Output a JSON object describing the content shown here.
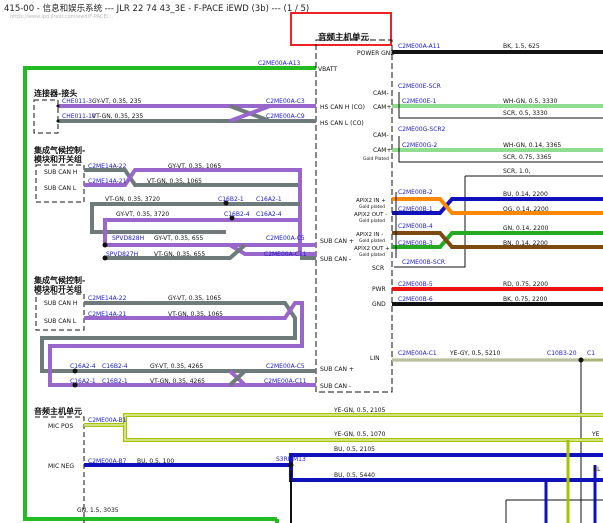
{
  "header": {
    "title": "415-00 - 信息和娱乐系统 --- JLR 22 74 43_3E - F-PACE iEWD (3b) --- (1 / 5)",
    "subtitle": "https://www.ipd.jlrext.com/ewd/F-PACE/..."
  },
  "colors": {
    "green": "#22bb22",
    "purple": "#9966cc",
    "gray": "#6f7a7a",
    "black": "#111111",
    "blue": "#1111bb",
    "orange": "#ff8800",
    "brown": "#7a4a10",
    "red": "#ee1111",
    "yellow_green": "#a5c400",
    "highlight": "#ee2222"
  },
  "audio_unit": {
    "title": "音频主机单元",
    "pins": {
      "power_gnd": "POWER GND",
      "vbatt": "VBATT",
      "hs_can_h": "HS CAN H (CO)",
      "hs_can_l": "HS CAN L (CO)",
      "cam_minus_1": "CAM-",
      "cam_plus_1": "CAM+",
      "cam_minus_2": "CAM-",
      "cam_plus_2": "CAM+",
      "gold_plated": "Gold Plated",
      "apix2_in_plus": "APIX2 IN +",
      "apix2_in_plus_note": "Gold plated",
      "apix2_out_minus": "APIX2 OUT -",
      "apix2_out_minus_note": "Gold plated",
      "apix2_in_minus": "APIX2 IN -",
      "apix2_in_minus_note": "Gold plated",
      "apix2_out_plus": "APIX2 OUT +",
      "apix2_out_plus_note": "Gold plated",
      "sub_can_plus_1": "SUB CAN +",
      "sub_can_minus_1": "SUB CAN -",
      "scr": "SCR",
      "pwr": "PWR",
      "gnd": "GND",
      "lin": "LIN",
      "sub_can_plus_2": "SUB CAN +",
      "sub_can_minus_2": "SUB CAN -"
    }
  },
  "modules": {
    "connector_title": "连接器-接头",
    "hvac_title_1a": "集成气候控制-",
    "hvac_title_1b": "模块和开关组",
    "hvac_title_2a": "集成气候控制-",
    "hvac_title_2b": "模块和开关组",
    "audio_title_2": "音频主机单元",
    "sub_can_h": "SUB CAN H",
    "sub_can_l": "SUB CAN L",
    "mic_pos": "MIC POS",
    "mic_neg": "MIC NEG"
  },
  "codes": {
    "a11": "C2ME00A-A11",
    "a13": "C2ME00A-A13",
    "che011_3": "CHE011-3",
    "che011_10": "CHE011-10",
    "c3": "C2ME00A-C3",
    "c9": "C2ME00A-C9",
    "e_scr": "C2ME00E-SCR",
    "e_1": "C2ME00E-1",
    "g_scr2": "C2ME00G-SCR2",
    "g_2": "C2ME00G-2",
    "c2me14a_22": "C2ME14A-22",
    "c2me14a_21": "C2ME14A-21",
    "c16b2_1": "C16B2-1",
    "c16a2_1": "C16A2-1",
    "c16b2_4": "C16B2-4",
    "c16a2_4": "C16A2-4",
    "spvd828h": "SPVD828H",
    "spvd827h": "SPVD827H",
    "c5": "C2ME00A-C5",
    "c11": "C2ME00A-C11",
    "b_2": "C2ME00B-2",
    "b_1": "C2ME00B-1",
    "b_4": "C2ME00B-4",
    "b_3": "C2ME00B-3",
    "b_scr": "C2ME00B-SCR",
    "b_5": "C2ME00B-5",
    "b_6": "C2ME00B-6",
    "c2me14a_22b": "C2ME14A-22",
    "c2me14a_21b": "C2ME14A-21",
    "c16a2_4b": "C16A2-4",
    "c16b2_4b": "C16B2-4",
    "c16a2_1b": "C16A2-1",
    "c16b2_1b": "C16B2-1",
    "c5b": "C2ME00A-C5",
    "c11b": "C2ME00A-C11",
    "c1": "C2ME00A-C1",
    "c10b3": "C10B3-20",
    "c1b": "C1",
    "b1": "C2ME00A-B1",
    "b7": "C2ME00A-B7",
    "s3rmm13": "S3RMM13"
  },
  "wires": {
    "bk_625": "BK, 1.5, 625",
    "gy_vt_235": "GY-VT, 0.35, 235",
    "vt_gn_235": "VT-GN, 0.35, 235",
    "wh_gn_3330": "WH-GN, 0.5, 3330",
    "scr_3330": "SCR, 0.5, 3330",
    "wh_gn_3365": "WH-GN, 0.14, 3365",
    "scr_3365": "SCR, 0.75, 3365",
    "scr_10": "SCR, 1.0,",
    "gy_vt_1065": "GY-VT, 0.35, 1065",
    "vt_gn_1065": "VT-GN, 0.35, 1065",
    "vt_gn_3720": "VT-GN, 0.35, 3720",
    "gy_vt_3720": "GY-VT, 0.35, 3720",
    "gy_vt_655": "GY-VT, 0.35, 655",
    "vt_gn_655": "VT-GN, 0.35, 655",
    "bu_2200": "BU, 0.14, 2200",
    "og_2200": "OG, 0.14, 2200",
    "gn_2200": "GN, 0.14, 2200",
    "bn_2200": "BN, 0.14, 2200",
    "rd_2200": "RD, 0.75, 2200",
    "bk_2200": "BK, 0.75, 2200",
    "gy_vt_1065b": "GY-VT, 0.35, 1065",
    "vt_gn_1065b": "VT-GN, 0.35, 1065",
    "gy_vt_4265": "GY-VT, 0.35, 4265",
    "vt_gn_4265": "VT-GN, 0.35, 4265",
    "ye_gy_5210": "YE-GY, 0.5, 5210",
    "ye_gn_2105": "YE-GN, 0.5, 2105",
    "ye_gn_1070": "YE-GN, 0.5, 1070",
    "ye_cut": "YE",
    "bu_2105": "BU, 0.5, 2105",
    "bu_100": "BU, 0.5, 100",
    "bu_5440": "BU, 0.5, 5440",
    "bl_cut": "BL",
    "gn_3035": "GN, 1.5, 3035"
  }
}
